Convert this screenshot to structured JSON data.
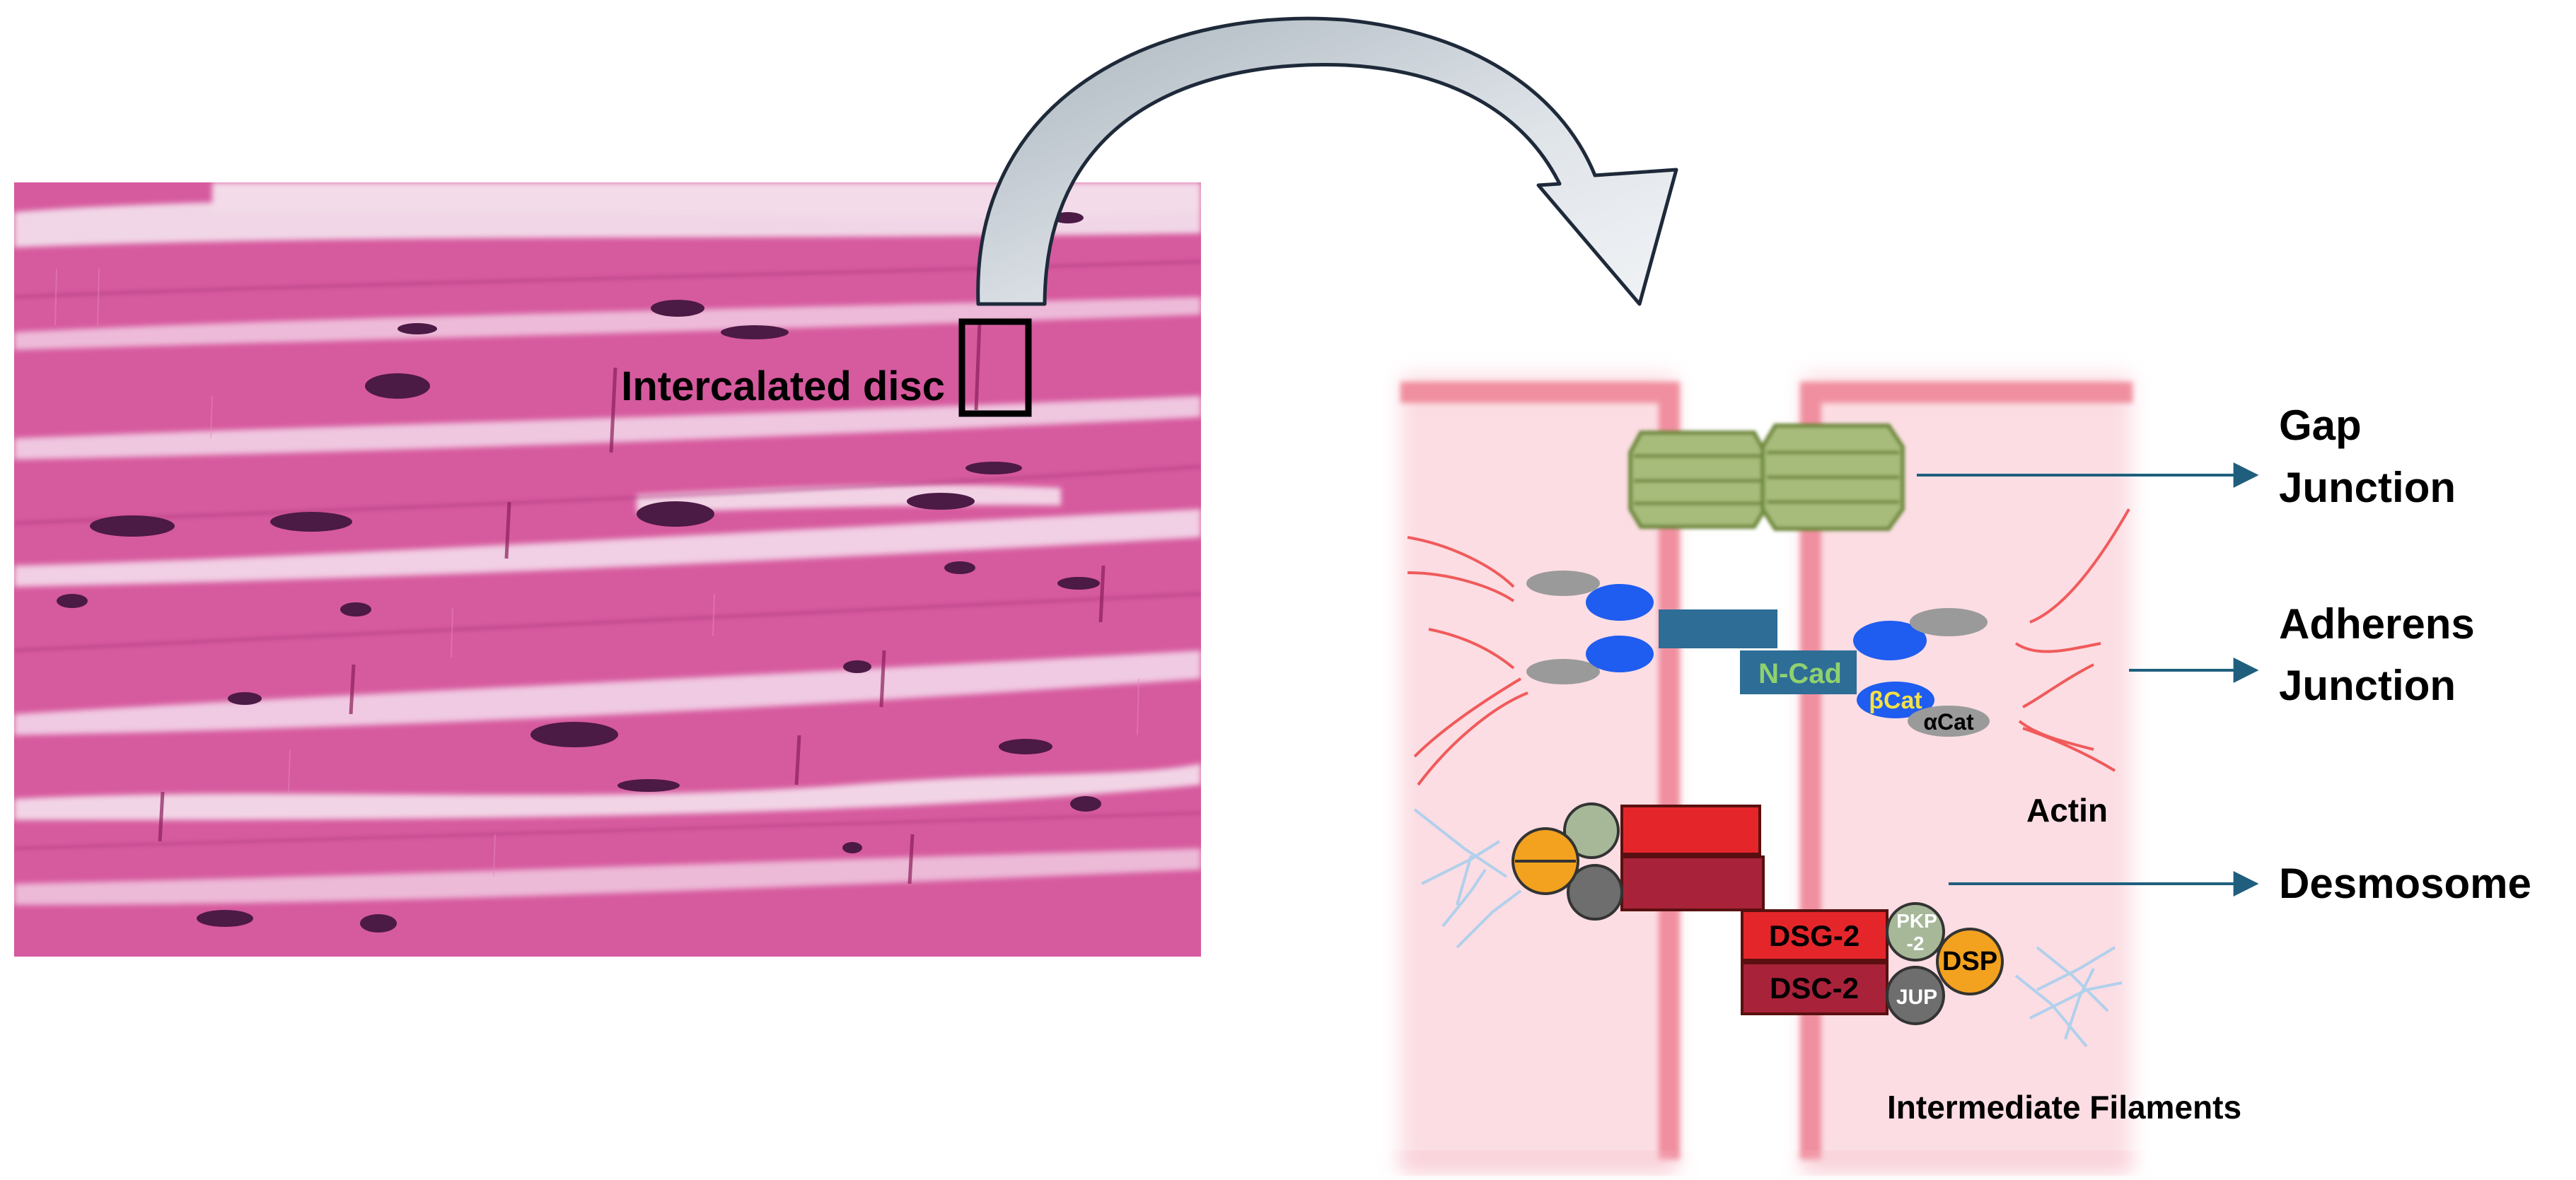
{
  "histology": {
    "label": "Intercalated disc"
  },
  "junctions": {
    "gap": {
      "line1": "Gap",
      "line2": "Junction"
    },
    "adherens": {
      "line1": "Adherens",
      "line2": "Junction"
    },
    "desmosome": {
      "label": "Desmosome"
    }
  },
  "proteins": {
    "ncad": "N-Cad",
    "bcat": "βCat",
    "acat": "αCat",
    "dsg2": "DSG-2",
    "dsc2": "DSC-2",
    "pkp2_line1": "PKP",
    "pkp2_line2": "-2",
    "dsp": "DSP",
    "jup": "JUP"
  },
  "filaments": {
    "actin": "Actin",
    "intermediate": "Intermediate Filaments"
  },
  "colors": {
    "tissue": "#d7559d",
    "nucleus": "#4b1a45",
    "cell_membrane": "#f0a0ad",
    "cell_fill": "#fbe0e5",
    "gap_junction": "#7f9a47",
    "ncad": "#2e6d96",
    "bcat": "#1f5cf0",
    "acat": "#9a9a9a",
    "dsg2": "#e4262b",
    "dsc2": "#a8233a",
    "dsp": "#f2a21e",
    "pkp2": "#a7b899",
    "jup": "#6e6e6e",
    "actin": "#ef4c4c",
    "intermediate": "#a9cfee",
    "pointer": "#1f5f7d"
  }
}
